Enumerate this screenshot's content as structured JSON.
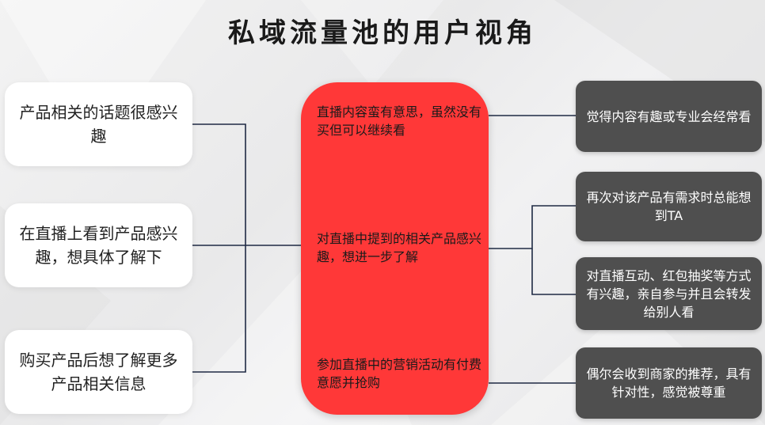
{
  "title": "私域流量池的用户视角",
  "left_items": [
    "产品相关的话题很感兴趣",
    "在直播上看到产品感兴趣，想具体了解下",
    "购买产品后想了解更多产品相关信息"
  ],
  "center_items": [
    "直播内容蛮有意思，虽然没有买但可以继续看",
    "对直播中提到的相关产品感兴趣，想进一步了解",
    "参加直播中的营销活动有付费意愿并抢购"
  ],
  "right_items": [
    "觉得内容有趣或专业会经常看",
    "再次对该产品有需求时总能想到TA",
    "对直播互动、红包抽奖等方式有兴趣，亲自参与并且会转发给别人看",
    "偶尔会收到商家的推荐，具有针对性，感觉被尊重"
  ],
  "colors": {
    "center_fill": "#ff3838",
    "right_fill": "#4f4f4f",
    "left_fill": "#ffffff",
    "connector": "#1f2a44"
  }
}
